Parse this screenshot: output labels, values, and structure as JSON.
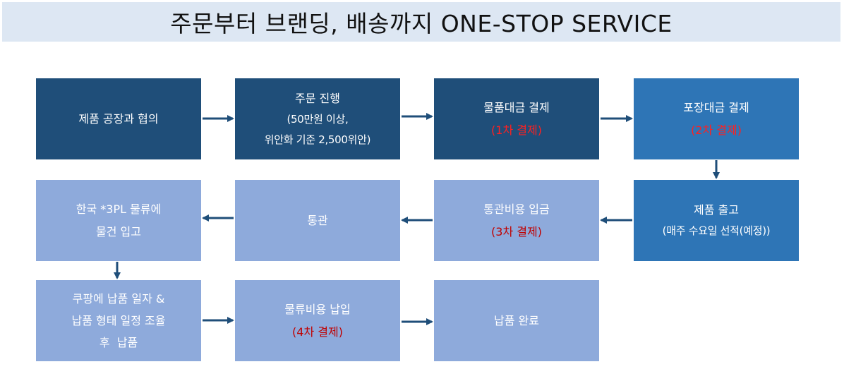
{
  "title": "주문부터 브랜딩, 배송까지 ONE-STOP SERVICE",
  "steps": {
    "factory": {
      "line1": "제품 공장과 협의"
    },
    "order": {
      "line1": "주문 진행",
      "line2": "(50만원 이상,",
      "line3": "위안화 기준 2,500위안)"
    },
    "goods_payment": {
      "line1": "물품대금 결제",
      "payment": "(1차 결제)"
    },
    "packing_payment": {
      "line1": "포장대금 결제",
      "payment": "(2차 결제)"
    },
    "shipment": {
      "line1": "제품 출고",
      "line2": "(매주 수요일 선적(예정))"
    },
    "customs_payment": {
      "line1": "통관비용 입금",
      "payment": "(3차 결제)"
    },
    "customs": {
      "line1": "통관"
    },
    "warehouse": {
      "line1": "한국 *3PL 물류에",
      "line2": "물건 입고"
    },
    "coupang": {
      "line1": "쿠팡에 납품 일자 &",
      "line2": "납품 형태 일정 조율",
      "line3": "후  납품"
    },
    "logistics_payment": {
      "line1": "물류비용 납입",
      "payment": "(4차 결제)"
    },
    "done": {
      "line1": "납품 완료"
    }
  },
  "colors": {
    "dark": "#1f4e79",
    "mid": "#2e75b6",
    "light": "#8eaadb",
    "payment_text": "#ff2020",
    "arrow": "#1f4e79",
    "title_bg": "#dde7f3"
  }
}
